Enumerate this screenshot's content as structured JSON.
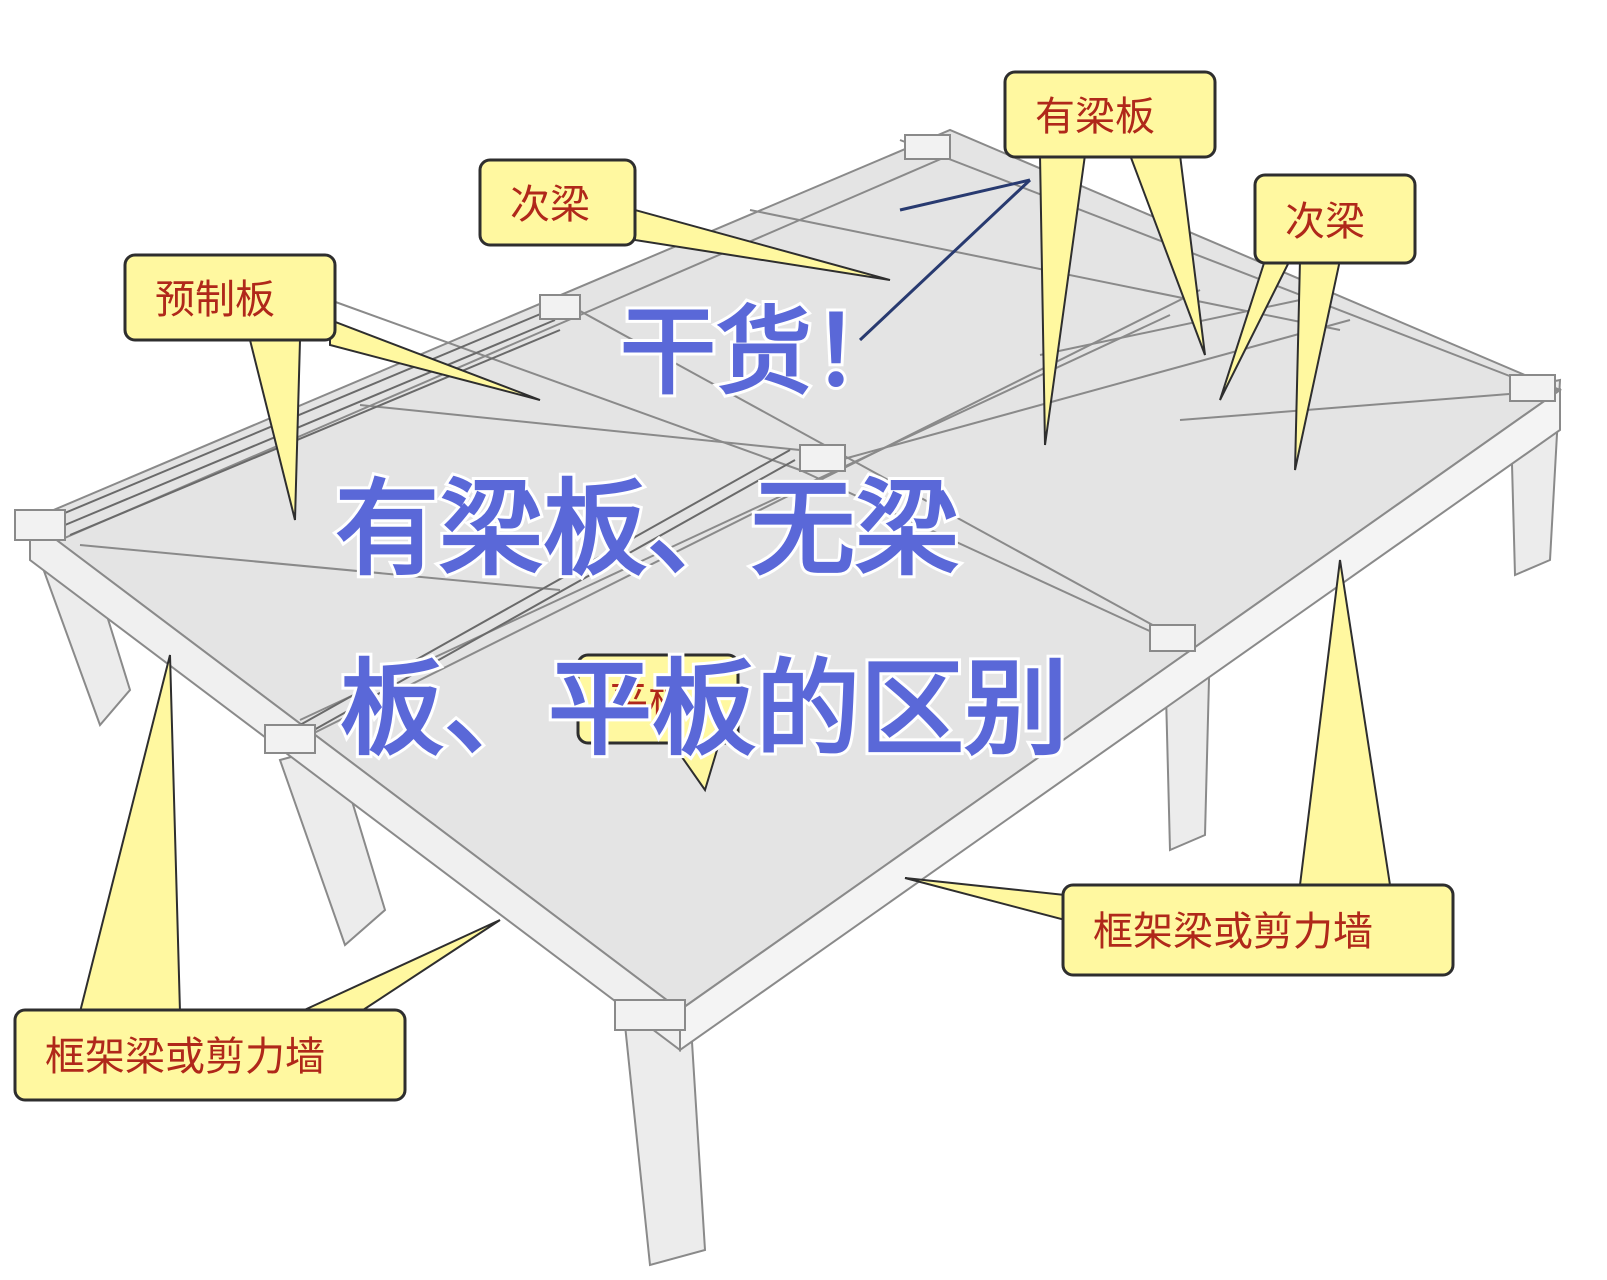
{
  "overlay": {
    "line1": "干货！",
    "line2": "有梁板、无梁",
    "line3": "板、平板的区别"
  },
  "labels": {
    "precast_slab": "预制板",
    "secondary_beam_left": "次梁",
    "beam_slab": "有梁板",
    "secondary_beam_right": "次梁",
    "flat_slab": "平板",
    "frame_beam_left": "框架梁或剪力墙",
    "frame_beam_right": "框架梁或剪力墙"
  },
  "colors": {
    "callout_fill": "#fff8a0",
    "callout_border": "#2e2e2e",
    "label_text": "#b0281a",
    "overlay_text": "#5a68d8",
    "slab": "#e4e4e4",
    "column": "#ececec",
    "line": "#8a8a8a"
  }
}
